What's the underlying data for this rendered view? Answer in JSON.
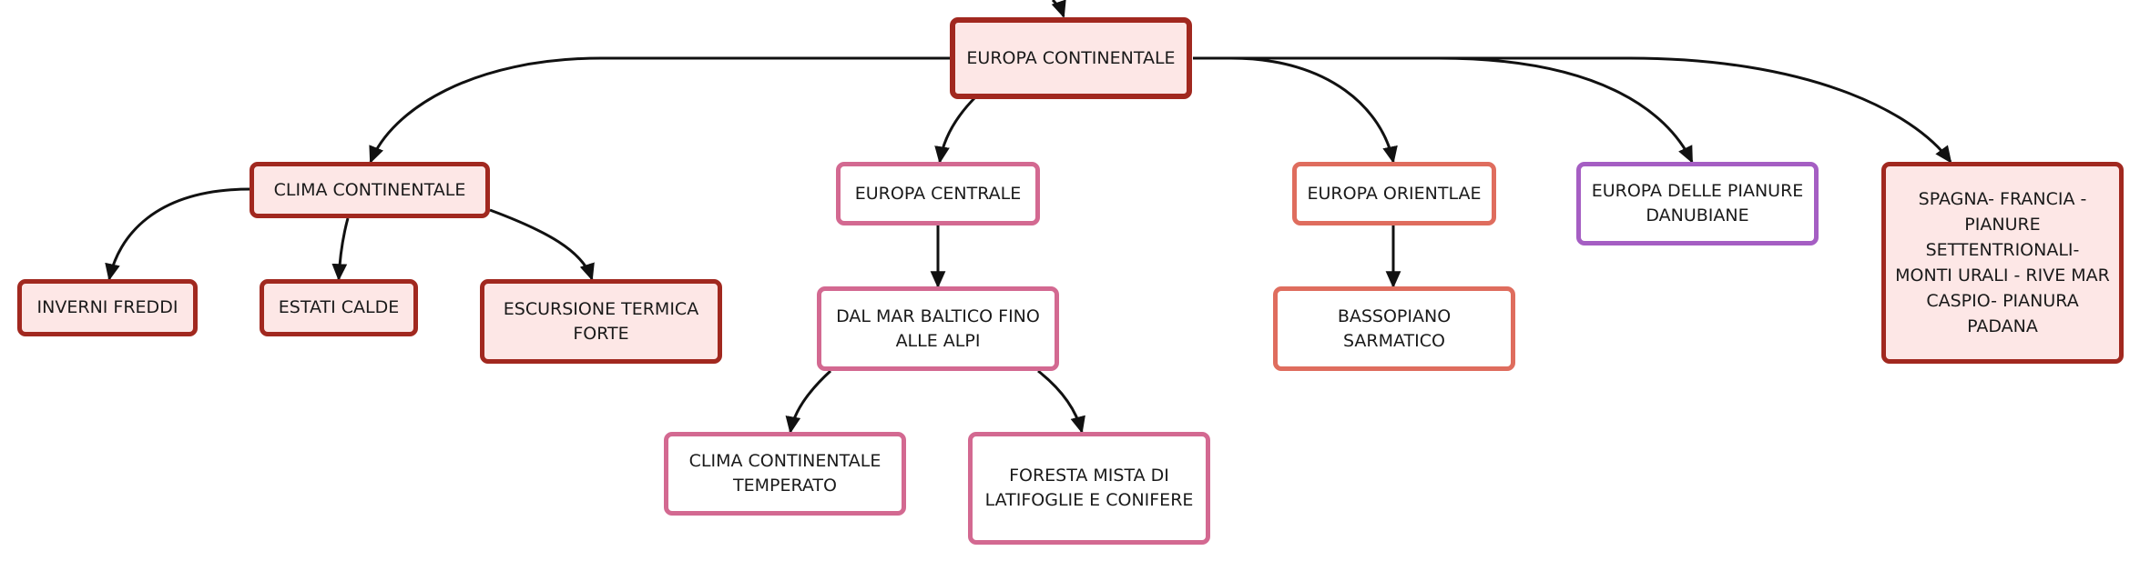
{
  "diagram": {
    "colors": {
      "dark_red": "#a1281f",
      "dark_fill": "#fde7e6",
      "pink": "#d36991",
      "salmon": "#df6d5e",
      "purple": "#a55ec3",
      "connector": "#111111"
    },
    "nodes": {
      "root": "EUROPA CONTINENTALE",
      "clima": "CLIMA CONTINENTALE",
      "inverni": "INVERNI FREDDI",
      "estati": "ESTATI CALDE",
      "escursione": "ESCURSIONE TERMICA\nFORTE",
      "centrale": "EUROPA CENTRALE",
      "baltico": "DAL MAR BALTICO FINO\nALLE ALPI",
      "temperato": "CLIMA CONTINENTALE\nTEMPERATO",
      "foresta": "FORESTA MISTA DI\nLATIFOGLIE E CONIFERE",
      "orientale": "EUROPA ORIENTLAE",
      "sarmatico": "BASSOPIANO SARMATICO",
      "danubiane": "EUROPA DELLE PIANURE\nDANUBIANE",
      "spagna": "SPAGNA- FRANCIA -\nPIANURE SETTENTRIONALI-\nMONTI URALI - RIVE MAR\nCASPIO- PIANURA PADANA"
    }
  }
}
